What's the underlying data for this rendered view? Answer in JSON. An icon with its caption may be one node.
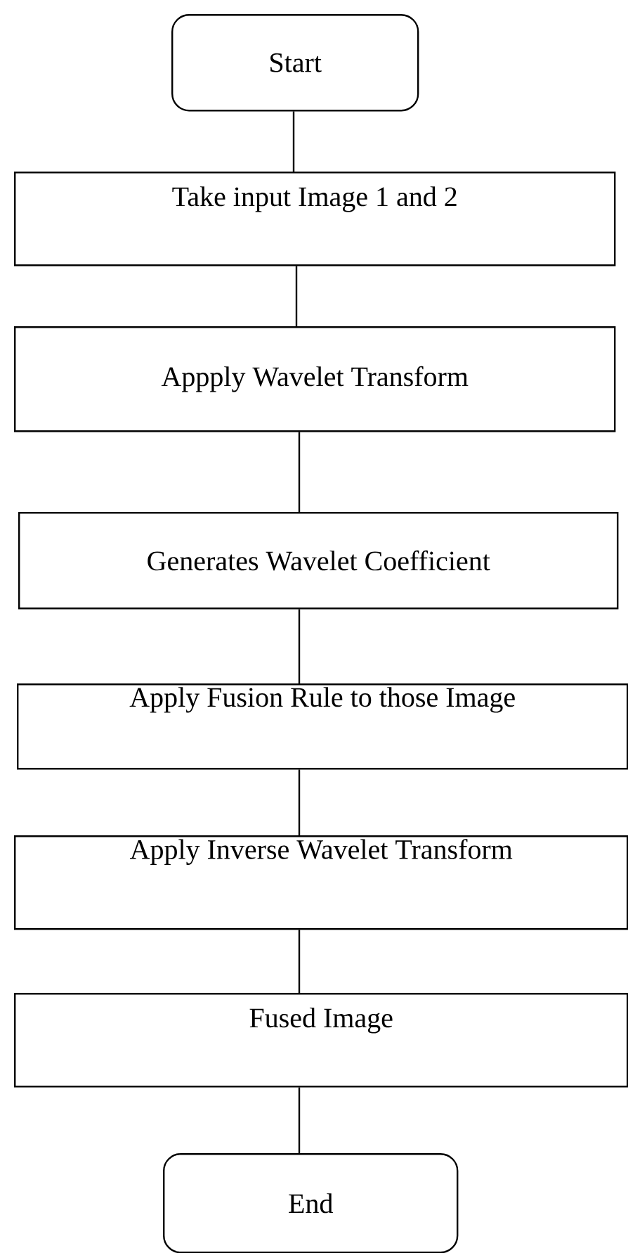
{
  "diagram": {
    "nodes": [
      {
        "text": [
          "Start"
        ]
      },
      {
        "text": [
          "Take input Image 1 and 2"
        ]
      },
      {
        "text": [
          "Appply Wavelet Transform"
        ]
      },
      {
        "text": [
          "Generates Wavelet Coefficient"
        ]
      },
      {
        "text": [
          "Apply Fusion Rule to  those Image"
        ]
      },
      {
        "text": [
          "Apply Inverse Wavelet Transform"
        ]
      },
      {
        "text": [
          "Fused Image"
        ]
      },
      {
        "text": [
          "End"
        ]
      }
    ],
    "edges": [
      {
        "from": 0,
        "to": 1,
        "arrow": "none"
      },
      {
        "from": 1,
        "to": 2,
        "arrow": "none"
      },
      {
        "from": 2,
        "to": 3,
        "arrow": "none"
      },
      {
        "from": 3,
        "to": 4,
        "arrow": "none"
      },
      {
        "from": 4,
        "to": 5,
        "arrow": "none"
      },
      {
        "from": 5,
        "to": 6,
        "arrow": "none"
      },
      {
        "from": 6,
        "to": 7,
        "arrow": "none"
      }
    ]
  }
}
